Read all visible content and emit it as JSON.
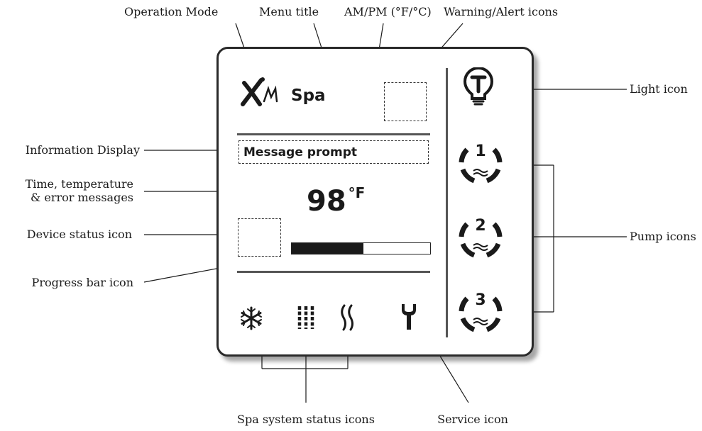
{
  "callouts": {
    "operation_mode": "Operation Mode",
    "menu_title": "Menu title",
    "am_pm": "AM/PM (°F/°C)",
    "warning_alert": "Warning/Alert icons",
    "information_display": "Information Display",
    "time_temp_line1": "Time, temperature",
    "time_temp_line2": "& error messages",
    "device_status": "Device status icon",
    "progress_bar": "Progress bar icon",
    "light_icon": "Light icon",
    "pump_icons": "Pump icons",
    "spa_system_status": "Spa system status icons",
    "service_icon": "Service icon"
  },
  "display": {
    "mode_glyph": "XM",
    "menu_title": "Spa",
    "message_prompt": "Message prompt",
    "temperature": "98",
    "unit": "°F",
    "pump_numbers": [
      "1",
      "2",
      "3"
    ],
    "progress_fraction": 0.52
  },
  "icons": {
    "operation_mode": "xm-mode-icon",
    "light": "light-bulb-icon",
    "pumps": [
      "pump-1-icon",
      "pump-2-icon",
      "pump-3-icon"
    ],
    "spa_status": [
      "snowflake-icon",
      "filter-icon",
      "heater-icon"
    ],
    "service": "wrench-icon"
  }
}
